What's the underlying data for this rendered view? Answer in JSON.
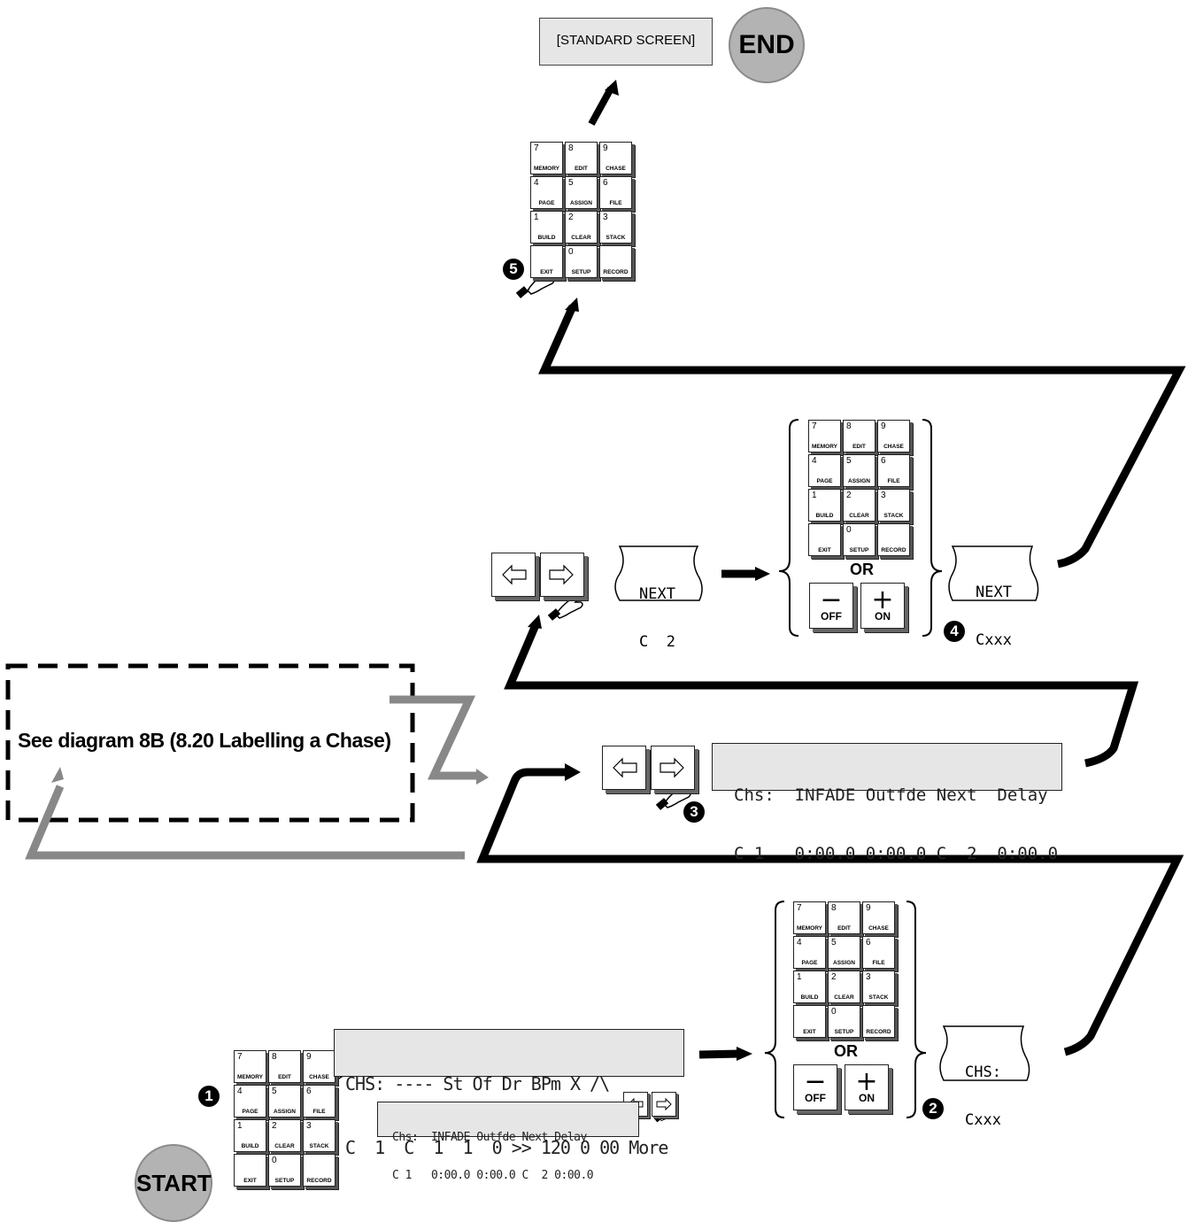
{
  "end_screen": {
    "label": "[STANDARD SCREEN]"
  },
  "end_label": "END",
  "start_label": "START",
  "reference_box": {
    "text": "See diagram 8B (8.20 Labelling a Chase)"
  },
  "keypad": {
    "keys": [
      {
        "num": "7",
        "label": "MEMORY"
      },
      {
        "num": "8",
        "label": "EDIT"
      },
      {
        "num": "9",
        "label": "CHASE"
      },
      {
        "num": "4",
        "label": "PAGE"
      },
      {
        "num": "5",
        "label": "ASSIGN"
      },
      {
        "num": "6",
        "label": "FILE"
      },
      {
        "num": "1",
        "label": "BUILD"
      },
      {
        "num": "2",
        "label": "CLEAR"
      },
      {
        "num": "3",
        "label": "STACK"
      },
      {
        "num": "",
        "label": "EXIT"
      },
      {
        "num": "0",
        "label": "SETUP"
      },
      {
        "num": "",
        "label": "RECORD"
      }
    ]
  },
  "or_label": "OR",
  "off_button": {
    "symbol": "−",
    "label": "OFF"
  },
  "on_button": {
    "symbol": "+",
    "label": "ON"
  },
  "step_markers": [
    "1",
    "2",
    "3",
    "4",
    "5"
  ],
  "lcd_chase_list": {
    "line1": "CHS: ---- St Of Dr BPm X /\\",
    "line2": "C  1  C  1  1  0 >> 120 0 00 More"
  },
  "lcd_chase_edit_small": {
    "line1": "Chs:  INFADE Outfde Next Delay",
    "line2": "C 1   0:00.0 0:00.0 C  2 0:00.0"
  },
  "lcd_chase_edit": {
    "line1": "Chs:  INFADE Outfde Next  Delay",
    "line2": "C 1   0:00.0 0:00.0 C  2  0:00.0"
  },
  "tab_chs": {
    "line1": "CHS:",
    "line2": "Cxxx"
  },
  "tab_next_c2": {
    "line1": "NEXT",
    "line2": "C  2"
  },
  "tab_next_cxxx": {
    "line1": "NEXT",
    "line2": "Cxxx"
  }
}
